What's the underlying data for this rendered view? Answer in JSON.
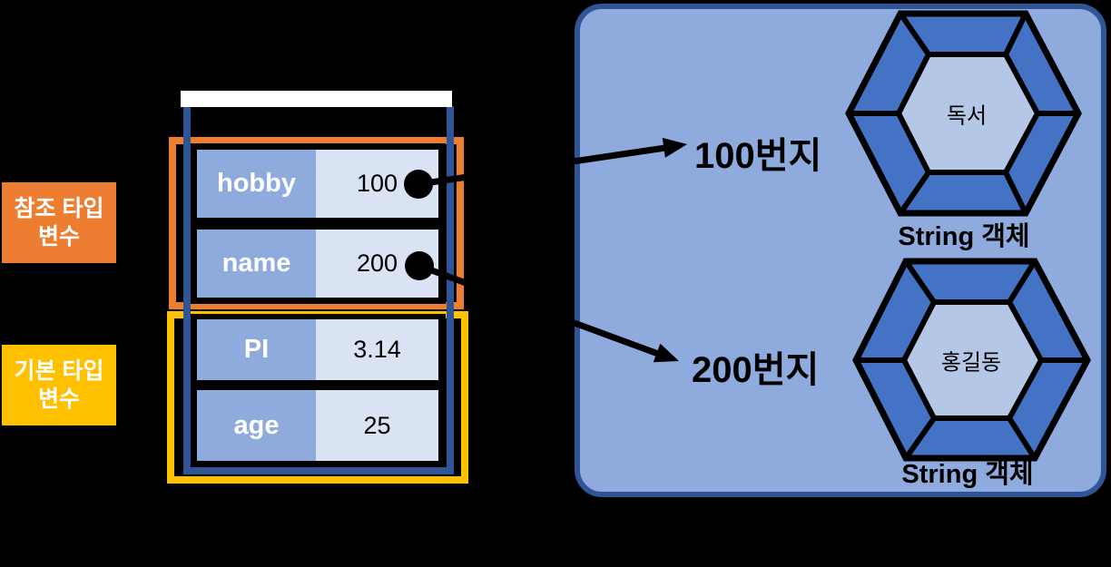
{
  "colors": {
    "background": "#000000",
    "panel_fill": "#8FAADC",
    "panel_border": "#2F5597",
    "navy_stack": "#2F5597",
    "orange": "#ED7D31",
    "yellow": "#FFC000",
    "hex_ring": "#4472C4",
    "hex_inner": "#B4C7E7",
    "cell_name": "#8FAADC",
    "cell_value": "#DAE3F3"
  },
  "left_labels": {
    "reference": {
      "line1": "참조 타입",
      "line2": "변수"
    },
    "primitive": {
      "line1": "기본 타입",
      "line2": "변수"
    }
  },
  "stack": {
    "rows": [
      {
        "name": "hobby",
        "value": "100"
      },
      {
        "name": "name",
        "value": "200"
      },
      {
        "name": "PI",
        "value": "3.14"
      },
      {
        "name": "age",
        "value": "25"
      }
    ]
  },
  "heap": {
    "address_labels": [
      "100번지",
      "200번지"
    ],
    "objects": [
      {
        "value": "독서",
        "caption": "String 객체"
      },
      {
        "value": "홍길동",
        "caption": "String 객체"
      }
    ]
  }
}
